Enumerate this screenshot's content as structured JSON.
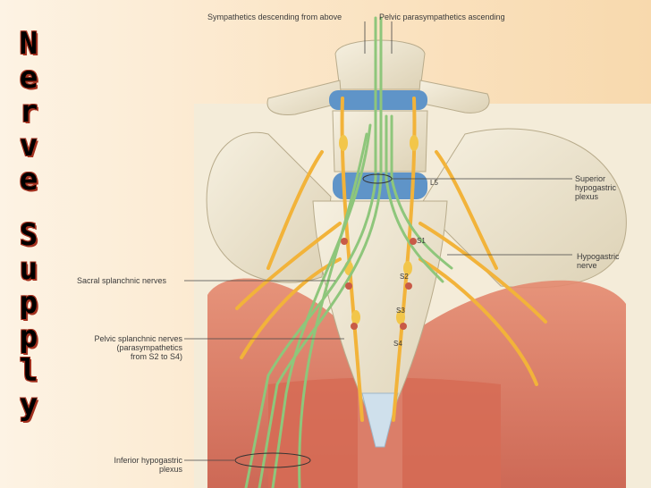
{
  "title_letters": [
    "N",
    "e",
    "r",
    "v",
    "e",
    "S",
    "u",
    "p",
    "p",
    "l",
    "y"
  ],
  "labels": {
    "sympathetics": "Sympathetics descending from above",
    "parasympathetics": "Pelvic parasympathetics ascending",
    "superior_hypogastric": "Superior\nhypogastric\nplexus",
    "hypogastric_nerve": "Hypogastric\nnerve",
    "sacral_splanchnic": "Sacral splanchnic nerves",
    "pelvic_splanchnic": "Pelvic splanchnic nerves\n(parasympathetics\nfrom S2 to S4)",
    "inferior_hypogastric": "Inferior hypogastric\nplexus",
    "vertebra_l5": "L5",
    "sacral_s1": "S1",
    "sacral_s2": "S2",
    "sacral_s3": "S3",
    "sacral_s4": "S4"
  },
  "colors": {
    "bone": "#eee6cf",
    "disc": "#5f94c8",
    "sympathetic_nerve": "#f2b33a",
    "parasympathetic_nerve": "#8ec67b",
    "muscle": "#d9705a"
  }
}
